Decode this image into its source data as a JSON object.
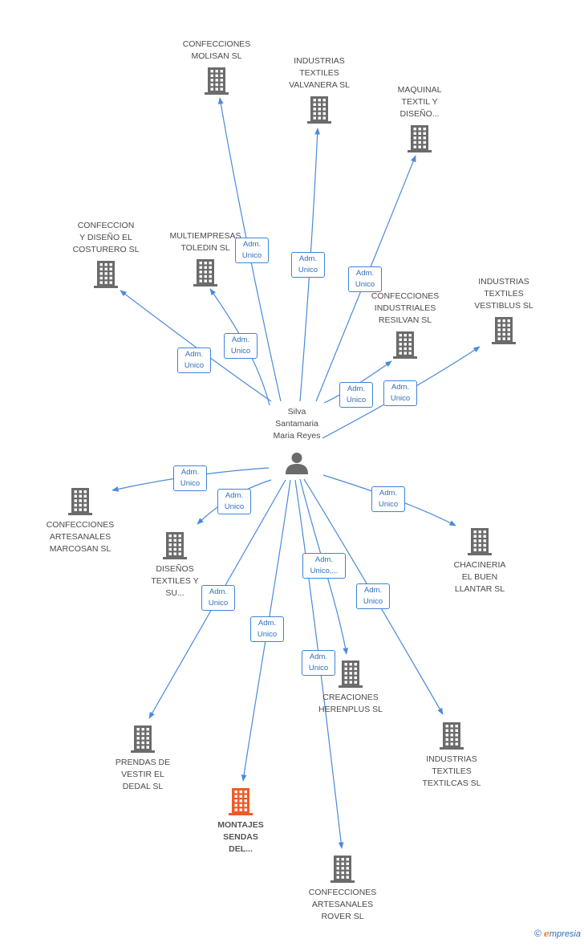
{
  "person": {
    "lines": [
      "Silva",
      "Santamaria",
      "Maria Reyes"
    ]
  },
  "companies": [
    {
      "id": "molisan",
      "lines": [
        "CONFECCIONES",
        "MOLISAN SL"
      ],
      "highlight": false
    },
    {
      "id": "valvanera",
      "lines": [
        "INDUSTRIAS",
        "TEXTILES",
        "VALVANERA SL"
      ],
      "highlight": false
    },
    {
      "id": "maquinal",
      "lines": [
        "MAQUINAL",
        "TEXTIL Y",
        "DISEÑO..."
      ],
      "highlight": false
    },
    {
      "id": "costurero",
      "lines": [
        "CONFECCION",
        "Y DISEÑO EL",
        "COSTURERO SL"
      ],
      "highlight": false
    },
    {
      "id": "toledin",
      "lines": [
        "MULTIEMPRESAS",
        "TOLEDIN SL"
      ],
      "highlight": false
    },
    {
      "id": "resilvan",
      "lines": [
        "CONFECCIONES",
        "INDUSTRIALES",
        "RESILVAN SL"
      ],
      "highlight": false
    },
    {
      "id": "vestiblus",
      "lines": [
        "INDUSTRIAS",
        "TEXTILES",
        "VESTIBLUS SL"
      ],
      "highlight": false
    },
    {
      "id": "marcosan",
      "lines": [
        "CONFECCIONES",
        "ARTESANALES",
        "MARCOSAN SL"
      ],
      "highlight": false
    },
    {
      "id": "disenos",
      "lines": [
        "DISEÑOS",
        "TEXTILES Y",
        "SU..."
      ],
      "highlight": false
    },
    {
      "id": "chacineria",
      "lines": [
        "CHACINERIA",
        "EL BUEN",
        "LLANTAR SL"
      ],
      "highlight": false
    },
    {
      "id": "herenplus",
      "lines": [
        "CREACIONES",
        "HERENPLUS  SL"
      ],
      "highlight": false
    },
    {
      "id": "dedal",
      "lines": [
        "PRENDAS DE",
        "VESTIR EL",
        "DEDAL SL"
      ],
      "highlight": false
    },
    {
      "id": "textilcas",
      "lines": [
        "INDUSTRIAS",
        "TEXTILES",
        "TEXTILCAS SL"
      ],
      "highlight": false
    },
    {
      "id": "montajes",
      "lines": [
        "MONTAJES",
        "SENDAS",
        "DEL..."
      ],
      "highlight": true
    },
    {
      "id": "rover",
      "lines": [
        "CONFECCIONES",
        "ARTESANALES",
        "ROVER SL"
      ],
      "highlight": false
    }
  ],
  "relations": [
    {
      "to": "molisan",
      "lines": [
        "Adm.",
        "Unico"
      ]
    },
    {
      "to": "valvanera",
      "lines": [
        "Adm.",
        "Unico"
      ]
    },
    {
      "to": "maquinal",
      "lines": [
        "Adm.",
        "Unico"
      ]
    },
    {
      "to": "costurero",
      "lines": [
        "Adm.",
        "Unico"
      ]
    },
    {
      "to": "toledin",
      "lines": [
        "Adm.",
        "Unico"
      ]
    },
    {
      "to": "resilvan",
      "lines": [
        "Adm.",
        "Unico"
      ]
    },
    {
      "to": "vestiblus",
      "lines": [
        "Adm.",
        "Unico"
      ]
    },
    {
      "to": "marcosan",
      "lines": [
        "Adm.",
        "Unico"
      ]
    },
    {
      "to": "disenos",
      "lines": [
        "Adm.",
        "Unico"
      ]
    },
    {
      "to": "chacineria",
      "lines": [
        "Adm.",
        "Unico"
      ]
    },
    {
      "to": "herenplus",
      "lines": [
        "Adm.",
        "Unico,..."
      ]
    },
    {
      "to": "dedal",
      "lines": [
        "Adm.",
        "Unico"
      ]
    },
    {
      "to": "textilcas",
      "lines": [
        "Adm.",
        "Unico"
      ]
    },
    {
      "to": "montajes",
      "lines": [
        "Adm.",
        "Unico"
      ]
    },
    {
      "to": "rover",
      "lines": [
        "Adm.",
        "Unico"
      ]
    }
  ],
  "colors": {
    "edge": "#4a8ad8",
    "building": "#6b6b6b",
    "highlight": "#f05a28"
  },
  "footer": {
    "copyright": "©",
    "brand_initial": "e",
    "brand_rest": "mpresia"
  }
}
